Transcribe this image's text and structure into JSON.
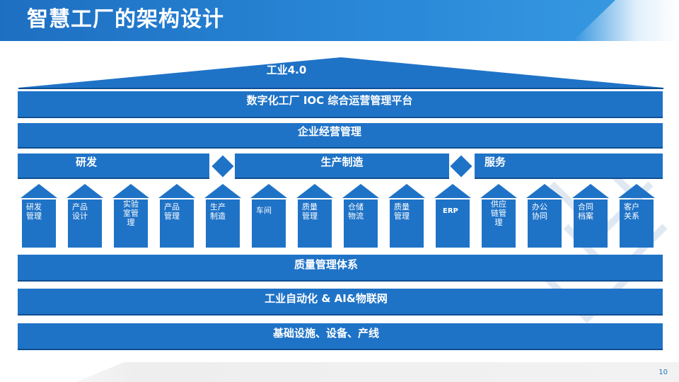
{
  "page": {
    "title": "智慧工厂的架构设计",
    "page_number": "10"
  },
  "colors": {
    "primary_blue": "#1f73c7",
    "dark_blue": "#0f4f92",
    "header_gradient_start": "#1e6fc2",
    "header_gradient_end": "#3a9be3"
  },
  "diagram": {
    "roof_label": "工业4.0",
    "band_ioc": "数字化工厂 IOC 综合运营管理平台",
    "band_enterprise": "企业经营管理",
    "segments": {
      "rd": "研发",
      "production": "生产制造",
      "service": "服务"
    },
    "modules": [
      "研发\n管理",
      "产品\n设计",
      "实验\n室管\n理",
      "产品\n管理",
      "生产\n制造",
      "车间",
      "质量\n管理",
      "仓储\n物流",
      "质量\n管理",
      "ERP",
      "供应\n链管\n理",
      "办公\n协同",
      "合同\n档案",
      "客户\n关系"
    ],
    "band_quality": "质量管理体系",
    "band_automation": "工业自动化 & AI&物联网",
    "band_infrastructure": "基础设施、设备、产线"
  }
}
